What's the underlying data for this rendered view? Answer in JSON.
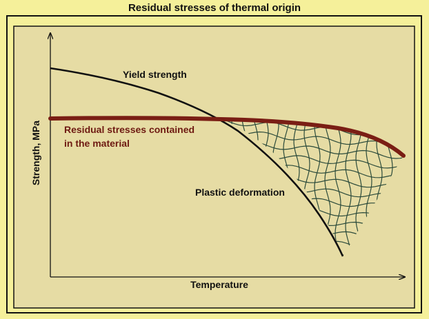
{
  "title": "Residual stresses of thermal origin",
  "labels": {
    "y_axis": "Strength, MPa",
    "x_axis": "Temperature",
    "yield_curve": "Yield strength",
    "residual_line_1": "Residual stresses contained",
    "residual_line_2": "in the material",
    "plastic_region": "Plastic deformation"
  },
  "colors": {
    "outer_background": "#f5f09a",
    "panel_background": "#e6dca4",
    "border": "#111111",
    "residual_curve": "#7a1e14",
    "residual_text": "#6e1a12",
    "hatch": "#2b4a3a",
    "yield_curve": "#111111"
  }
}
